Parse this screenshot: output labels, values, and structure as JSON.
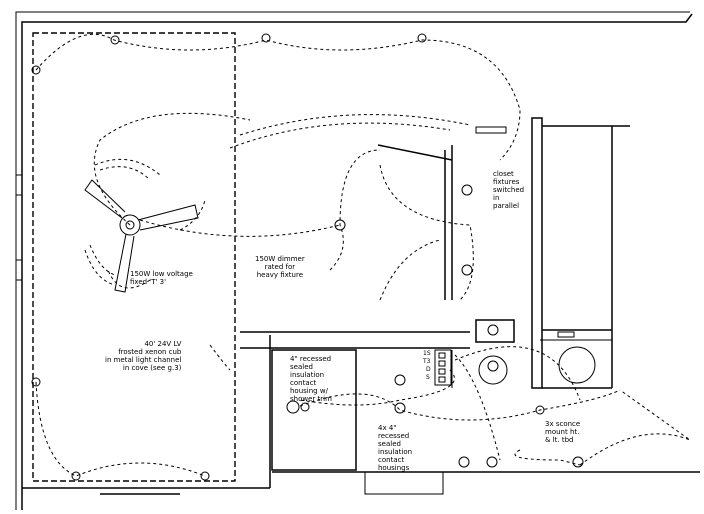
{
  "labels": {
    "fan_fixture": "150W low voltage\nfixed 'T' 3'",
    "dimmer": "150W dimmer\nrated for\nheavy fixture",
    "cove": "40' 24V LV\nfrosted xenon cub\nin metal light channel\nin cove (see g.3)",
    "shower": "4\" recessed\nsealed\ninsulation\ncontact\nhousing w/\nshower trim",
    "bath_cans": "4x 4\"\nrecessed\nsealed\ninsulation\ncontact\nhousings",
    "closet": "closet\nfixtures\nswitched\nin\nparallel",
    "sconce": "3x sconce\nmount ht.\n& lt. tbd"
  },
  "switch_labels": [
    "1S",
    "T3",
    "D",
    "S"
  ],
  "colors": {
    "ink": "#000000",
    "paper": "#ffffff"
  }
}
